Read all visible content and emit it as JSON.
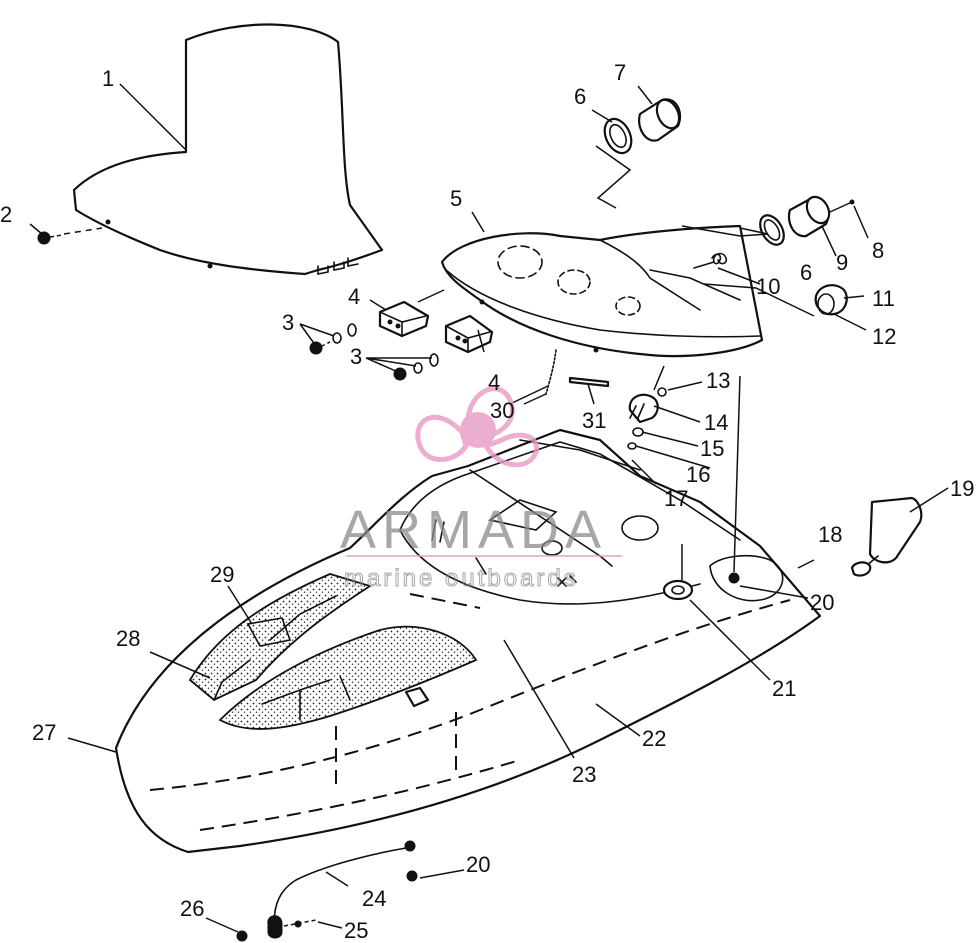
{
  "watermark": {
    "brand": "ARMADA",
    "tagline": "marine outboards",
    "logo_color": "#e79ac6"
  },
  "callouts": {
    "c1": "1",
    "c2": "2",
    "c3a": "3",
    "c3b": "3",
    "c4a": "4",
    "c4b": "4",
    "c5": "5",
    "c6a": "6",
    "c6b": "6",
    "c7": "7",
    "c8": "8",
    "c9": "9",
    "c10": "10",
    "c11": "11",
    "c12": "12",
    "c13": "13",
    "c14": "14",
    "c15": "15",
    "c16": "16",
    "c17": "17",
    "c18": "18",
    "c19": "19",
    "c20a": "20",
    "c20b": "20",
    "c21": "21",
    "c22": "22",
    "c23": "23",
    "c24": "24",
    "c25": "25",
    "c26": "26",
    "c27": "27",
    "c28": "28",
    "c29": "29",
    "c30": "30",
    "c31": "31"
  }
}
